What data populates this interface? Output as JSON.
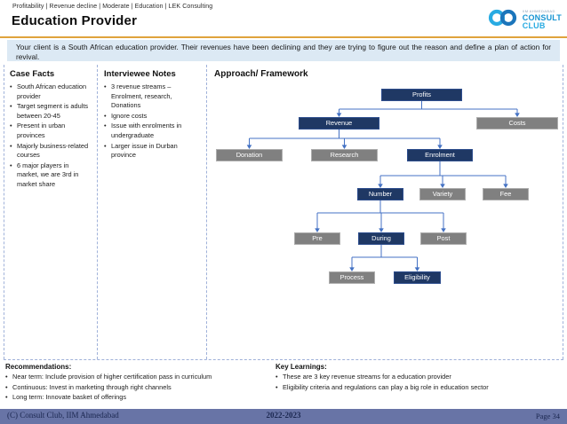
{
  "header": {
    "kicker": "Profitability | Revenue decline | Moderate | Education | LEK Consulting",
    "title": "Education Provider",
    "logo": {
      "icon": "infinity-icon",
      "small_text": "IIM AHMEDABAD",
      "line1": "CONSULT",
      "line2": "CLUB"
    }
  },
  "brief": "Your client is a South African education provider. Their revenues have been declining and they are trying to figure out the reason and define a plan of action for revival.",
  "case_facts": {
    "heading": "Case Facts",
    "bullets": [
      "South African education provider",
      "Target segment is adults between 20-45",
      "Present in urban provinces",
      "Majorly business-related courses",
      "6 major players in market, we are 3rd in market share"
    ]
  },
  "interviewee_notes": {
    "heading": "Interviewee Notes",
    "bullets": [
      "3 revenue streams – Enrolment, research, Donations",
      "Ignore costs",
      "Issue with enrolments in undergraduate",
      "Larger issue in Durban province"
    ]
  },
  "framework": {
    "heading": "Approach/ Framework",
    "nodes": [
      {
        "label": "Profits",
        "style": "navy"
      },
      {
        "label": "Revenue",
        "style": "navy"
      },
      {
        "label": "Costs",
        "style": "gray"
      },
      {
        "label": "Donation",
        "style": "gray"
      },
      {
        "label": "Research",
        "style": "gray"
      },
      {
        "label": "Enrolment",
        "style": "navy"
      },
      {
        "label": "Number",
        "style": "navy"
      },
      {
        "label": "Variety",
        "style": "gray"
      },
      {
        "label": "Fee",
        "style": "gray"
      },
      {
        "label": "Pre",
        "style": "gray"
      },
      {
        "label": "During",
        "style": "navy"
      },
      {
        "label": "Post",
        "style": "gray"
      },
      {
        "label": "Process",
        "style": "gray"
      },
      {
        "label": "Eligibility",
        "style": "navy"
      }
    ]
  },
  "recommendations": {
    "heading": "Recommendations:",
    "bullets": [
      "Near term: Include provision of higher certification pass in curriculum",
      "Continuous: Invest in marketing through right channels",
      "Long term: Innovate basket of offerings"
    ]
  },
  "key_learnings": {
    "heading": "Key Learnings:",
    "bullets": [
      "These are 3 key revenue streams for a education provider",
      "Eligibility criteria and regulations can play a big role in education sector"
    ]
  },
  "footer": {
    "left": "(C) Consult Club, IIM Ahmedabad",
    "center": "2022-2023",
    "right": "Page 34"
  },
  "colors": {
    "navy_box": "#1f3864",
    "gray_box": "#808080",
    "connector": "#4472c4",
    "banner_bg": "#dce9f4",
    "gold_line": "#dfa33c",
    "footer_bar": "#6874a6"
  }
}
